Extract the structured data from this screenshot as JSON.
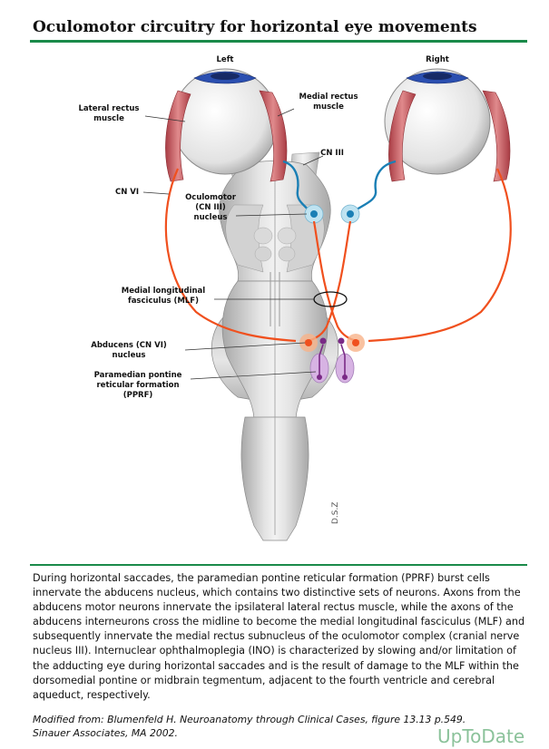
{
  "title": "Oculomotor circuitry for horizontal eye movements",
  "labels": {
    "left": "Left",
    "right": "Right",
    "lateral_rectus": [
      "Lateral rectus",
      "muscle"
    ],
    "medial_rectus": [
      "Medial rectus",
      "muscle"
    ],
    "cn_iii": "CN III",
    "cn_vi": "CN VI",
    "oculomotor": [
      "Oculomotor",
      "(CN III)",
      "nucleus"
    ],
    "mlf": [
      "Medial longitudinal",
      "fasciculus (MLF)"
    ],
    "abducens": [
      "Abducens (CN VI)",
      "nucleus"
    ],
    "pprf": [
      "Paramedian pontine",
      "reticular formation",
      "(PPRF)"
    ],
    "artist_mark": "D.S.Z"
  },
  "caption": "During horizontal saccades, the paramedian pontine reticular formation (PPRF) burst cells innervate the abducens nucleus, which contains two distinctive sets of neurons. Axons from the abducens motor neurons innervate the ipsilateral lateral rectus muscle, while the axons of the abducens interneurons cross the midline to become the medial longitudinal fasciculus (MLF) and subsequently innervate the medial rectus subnucleus of the oculomotor complex (cranial nerve nucleus III). Internuclear ophthalmoplegia (INO) is characterized by slowing and/or limitation of the adducting eye during horizontal saccades and is the result of damage to the MLF within the dorsomedial pontine or midbrain tegmentum, adjacent to the fourth ventricle and cerebral aqueduct, respectively.",
  "credit": "Modified from: Blumenfeld H. Neuroanatomy through Clinical Cases, figure 13.13 p.549. Sinauer Associates, MA 2002.",
  "logo": "UpToDate",
  "colors": {
    "accent": "#1a8a4a",
    "nerve": "#f0501e",
    "cn3": "#1a7fb5",
    "muscle": "#c9555a",
    "iris": "#2b4fb0",
    "nucleus": "#d7b3e3"
  }
}
